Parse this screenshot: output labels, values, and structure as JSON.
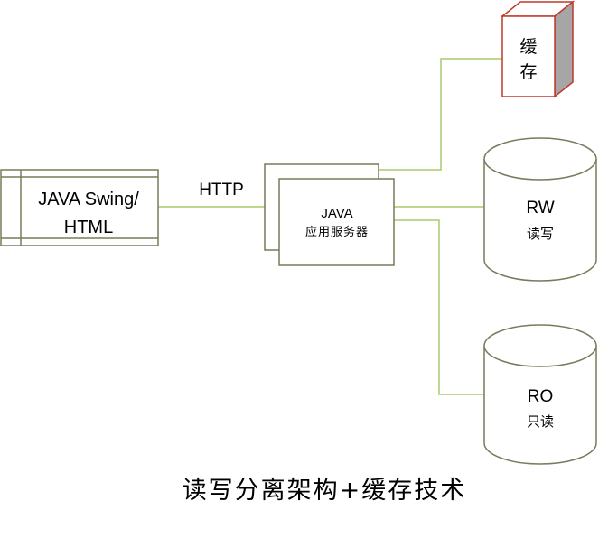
{
  "client": {
    "line1": "JAVA Swing/",
    "line2": "HTML"
  },
  "protocol": "HTTP",
  "server": {
    "line1": "JAVA",
    "line2": "应用服务器"
  },
  "cache": {
    "line1": "缓",
    "line2": "存"
  },
  "db_rw": {
    "line1": "RW",
    "line2": "读写"
  },
  "db_ro": {
    "line1": "RO",
    "line2": "只读"
  },
  "caption": "读写分离架构+缓存技术",
  "colors": {
    "box_border": "#7a7a5c",
    "connector": "#a7cc6b",
    "cache_red": "#c0392b",
    "cache_side": "#a6a6a6"
  }
}
